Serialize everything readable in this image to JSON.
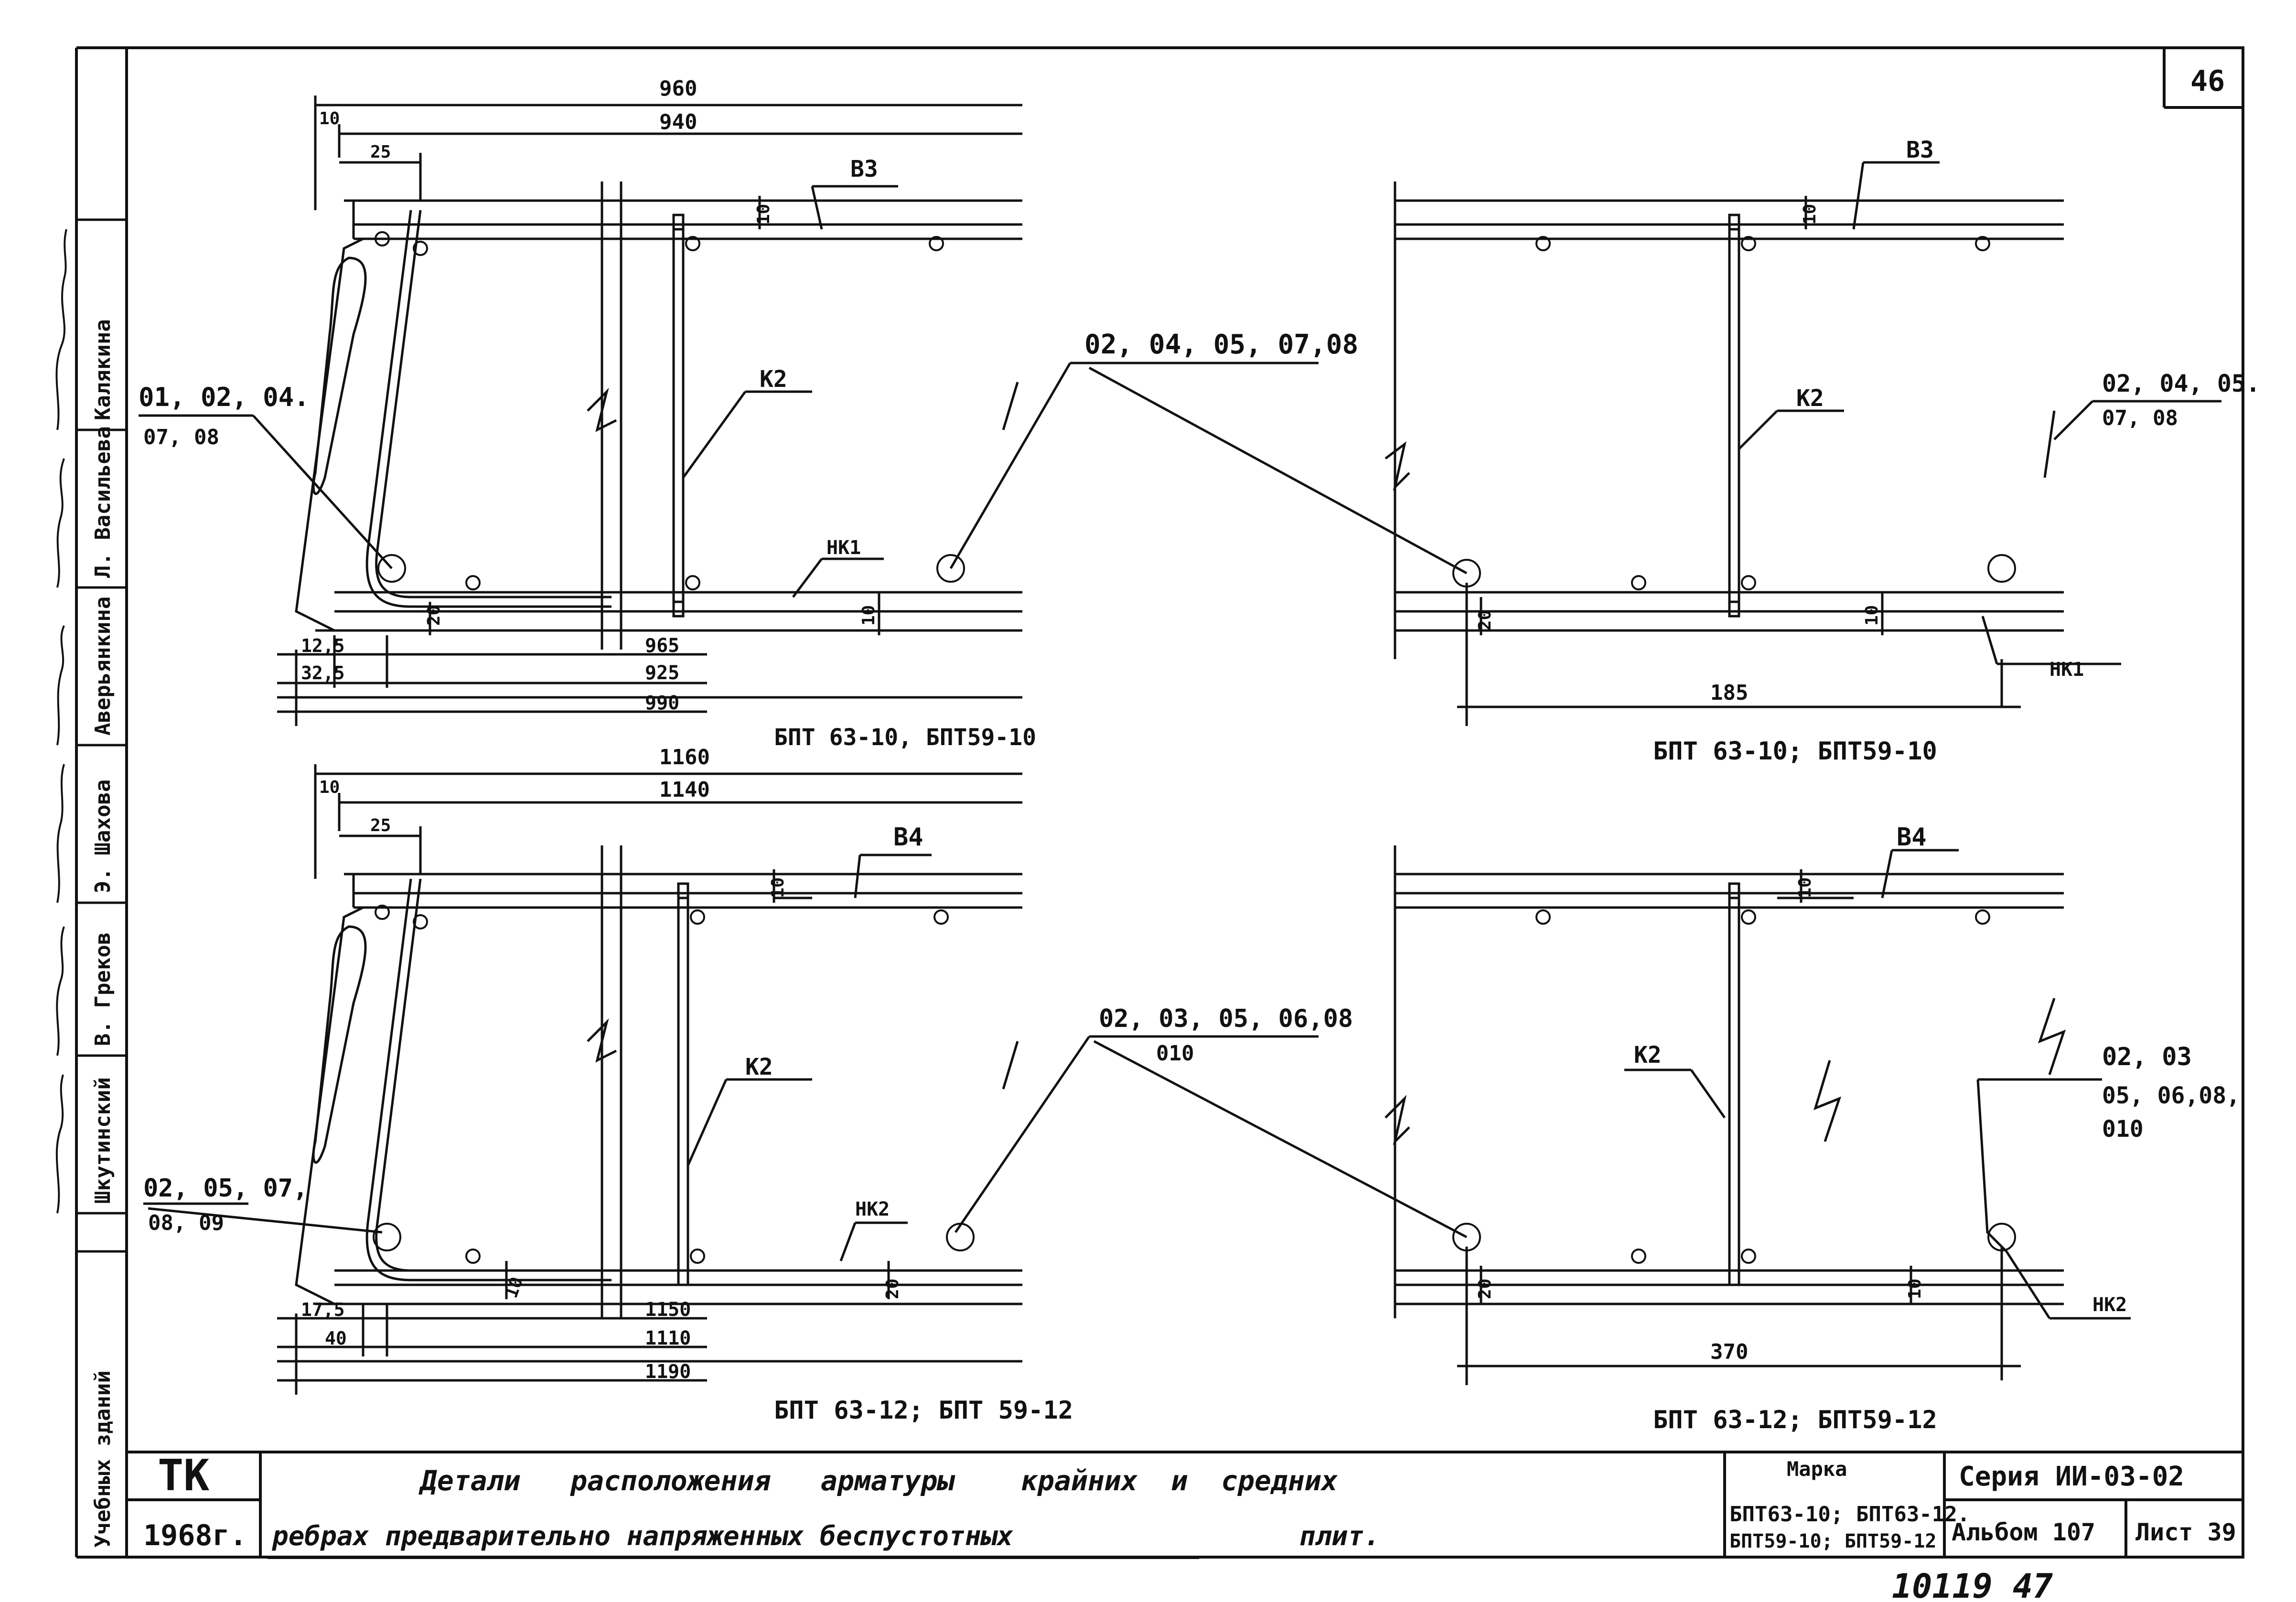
{
  "page": {
    "sheet_number": "46",
    "handwritten_number": "10119 47"
  },
  "stamp_column": {
    "title": "Учебных зданий",
    "names": [
      "Шкутинский",
      "В. Греков",
      "Э. Шахова",
      "Аверьянкина",
      "Л. Васильева",
      "Калякина"
    ]
  },
  "panels": {
    "top_left": {
      "dims_top": [
        "960",
        "940",
        "10",
        "25"
      ],
      "dims_bottom": [
        "12,5",
        "32,5",
        "965",
        "925",
        "990"
      ],
      "small_dims": [
        "10",
        "20",
        "10"
      ],
      "labels": {
        "b3": "B3",
        "k2": "K2",
        "nk1": "НК1",
        "callout_a1": "01, 02, 04.",
        "callout_a2": "07, 08",
        "callout_b": "02, 04, 05, 07,08"
      },
      "caption": "БПТ 63-10, БПТ59-10"
    },
    "top_right": {
      "labels": {
        "b3": "B3",
        "k2": "K2",
        "nk1": "НК1",
        "callout_a1": "02, 04, 05.",
        "callout_a2": "07, 08"
      },
      "small_dims": [
        "10",
        "20",
        "10"
      ],
      "dim": "185",
      "caption": "БПТ 63-10; БПТ59-10"
    },
    "bottom_left": {
      "dims_top": [
        "1160",
        "1140",
        "10",
        "25"
      ],
      "dims_bottom": [
        "17,5",
        "40",
        "1150",
        "1110",
        "1190"
      ],
      "small_dims": [
        "10",
        "10",
        "20"
      ],
      "labels": {
        "b4": "B4",
        "k2": "K2",
        "nk2": "НК2",
        "callout_a1": "02, 05, 07,",
        "callout_a2": "08, 09",
        "callout_b1": "02, 03, 05, 06,08",
        "callout_b2": "010"
      },
      "caption": "БПТ 63-12;  БПТ 59-12"
    },
    "bottom_right": {
      "labels": {
        "b4": "B4",
        "k2": "K2",
        "nk2": "НК2",
        "callout_a1": "02, 03",
        "callout_a2": "05, 06,08,",
        "callout_a3": "010"
      },
      "small_dims": [
        "10",
        "20",
        "10"
      ],
      "dim": "370",
      "caption": "БПТ 63-12;  БПТ59-12"
    }
  },
  "title_block": {
    "org": "ТК",
    "year": "1968г.",
    "title_line1": "Детали   расположения   арматуры    крайних  и  средних",
    "title_line2": "ребрах предварительно напряженных беспустотных",
    "title_line2_tail": "плит.",
    "marka_header": "Марка",
    "marka_line1": "БПТ63-10; БПТ63-12.",
    "marka_line2": "БПТ59-10; БПТ59-12",
    "series": "Серия ИИ-03-02",
    "album": "Альбом 107",
    "sheet": "Лист 39"
  }
}
